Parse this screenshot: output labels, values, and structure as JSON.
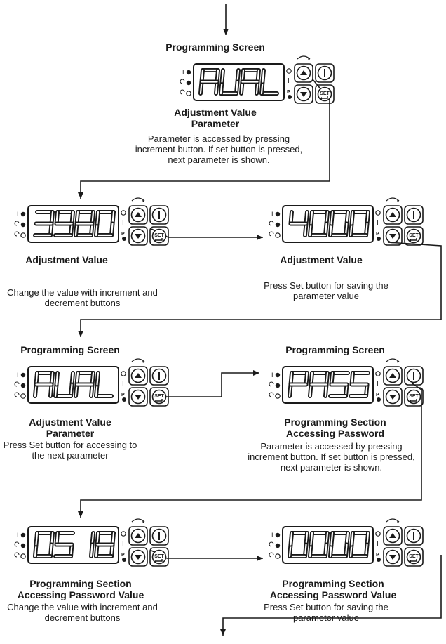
{
  "digit_labels": {
    "set": "SET",
    "p_marker": "P"
  },
  "panels": [
    {
      "display": "AUAL",
      "title": "Programming Screen",
      "sub_title": "Adjustment Value Parameter",
      "caption": "Parameter is accessed by pressing increment button.  If set button is pressed, next parameter is shown."
    },
    {
      "display": "3980",
      "title": "",
      "sub_title": "Adjustment Value",
      "caption": "Change the value with increment and decrement buttons"
    },
    {
      "display": "4000",
      "title": "",
      "sub_title": "Adjustment Value",
      "caption": "Press Set button for saving the parameter value"
    },
    {
      "display": "AUAL",
      "title": "Programming Screen",
      "sub_title": "Adjustment Value Parameter",
      "caption": "Press Set button for accessing to the next parameter"
    },
    {
      "display": "PASS",
      "title": "Programming Screen",
      "sub_title": "Programming Section Accessing Password",
      "caption": "Parameter is accessed by pressing increment button.  If set button is pressed, next parameter is shown."
    },
    {
      "display": "0518",
      "title": "",
      "sub_title": "Programming Section Accessing Password Value",
      "caption": "Change the value with increment and decrement buttons"
    },
    {
      "display": "0000",
      "title": "",
      "sub_title": "Programming Section Accessing Password Value",
      "caption": "Press Set button for saving the parameter value"
    }
  ]
}
